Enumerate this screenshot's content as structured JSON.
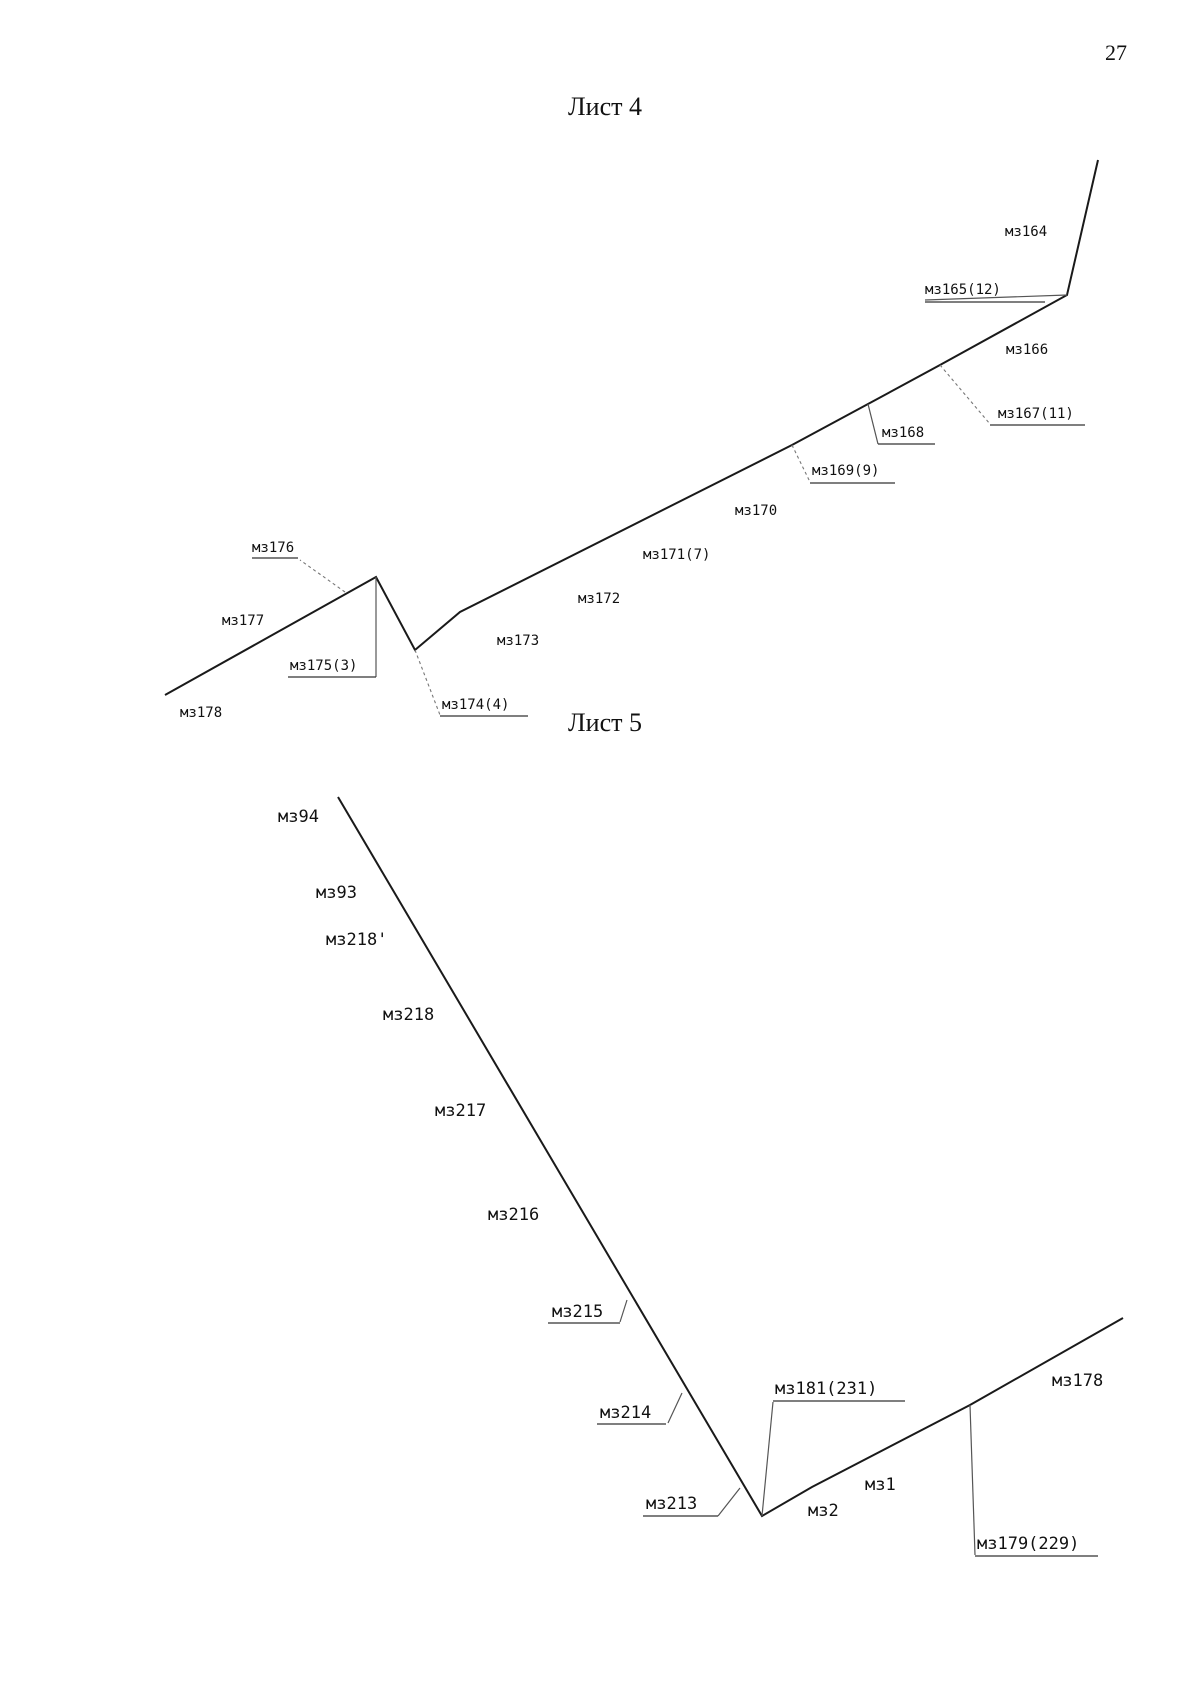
{
  "page_number": "27",
  "sheet4": {
    "title": "Лист 4",
    "labels": {
      "m164": "мз164",
      "m165": "мз165(12)",
      "m166": "мз166",
      "m167": "мз167(11)",
      "m168": "мз168",
      "m169": "мз169(9)",
      "m170": "мз170",
      "m171": "мз171(7)",
      "m172": "мз172",
      "m173": "мз173",
      "m174": "мз174(4)",
      "m175": "мз175(3)",
      "m176": "мз176",
      "m177": "мз177",
      "m178": "мз178"
    }
  },
  "sheet5": {
    "title": "Лист 5",
    "labels": {
      "m94": "мз94",
      "m93": "мз93",
      "m218p": "мз218'",
      "m218": "мз218",
      "m217": "мз217",
      "m216": "мз216",
      "m215": "мз215",
      "m214": "мз214",
      "m213": "мз213",
      "m181": "мз181(231)",
      "m2": "мз2",
      "m1": "мз1",
      "m179": "мз179(229)",
      "m178": "мз178"
    }
  }
}
